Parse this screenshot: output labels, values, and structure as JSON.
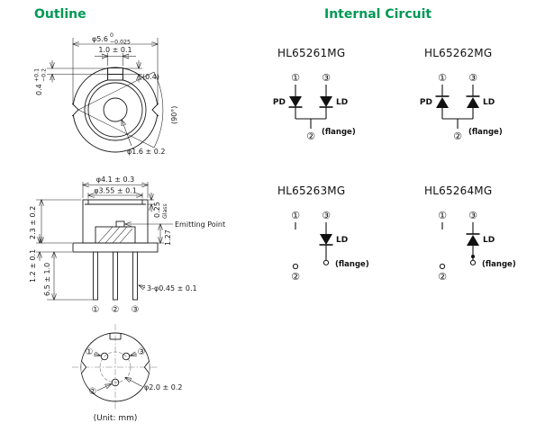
{
  "colors": {
    "heading_green": "#009955",
    "ink": "#1a1a1a"
  },
  "headers": {
    "outline": "Outline",
    "internal_circuit": "Internal Circuit"
  },
  "outline": {
    "top_view": {
      "dim_body_dia_main": "φ5.6",
      "dim_body_dia_tol_up": "0",
      "dim_body_dia_tol_dn": "−0.025",
      "dim_tab_width": "1.0 ± 0.1",
      "dim_tab_height_main": "0.4",
      "dim_tab_height_tol_up": "+0.1",
      "dim_tab_height_tol_dn": "−0.2",
      "dim_ref": "(0.4)",
      "dim_angle": "(90°)",
      "dim_center_dia": "φ1.6 ± 0.2"
    },
    "side_view": {
      "dim_cap_dia": "φ4.1 ± 0.3",
      "dim_window_dia": "φ3.55 ± 0.1",
      "dim_glass_thickness": "0.25",
      "glass_label": "Glass",
      "dim_cap_height": "2.3 ± 0.2",
      "dim_flange_thickness": "1.2 ± 0.1",
      "dim_lead_length": "6.5 ± 1.0",
      "dim_lead_dia": "3-φ0.45 ± 0.1",
      "dim_emit_height": "1.27",
      "emitting_point_label": "Emitting Point",
      "pin1": "①",
      "pin2": "②",
      "pin3": "③"
    },
    "bottom_view": {
      "pin1": "①",
      "pin2": "②",
      "pin3": "③",
      "dim_pin_circle": "φ2.0 ± 0.2"
    },
    "unit_note": "(Unit: mm)"
  },
  "circuits": [
    {
      "title": "HL65261MG",
      "pin1": "①",
      "pin2": "②",
      "pin3": "③",
      "pd_label": "PD",
      "ld_label": "LD",
      "flange_label": "(flange)"
    },
    {
      "title": "HL65262MG",
      "pin1": "①",
      "pin2": "②",
      "pin3": "③",
      "pd_label": "PD",
      "ld_label": "LD",
      "flange_label": "(flange)"
    },
    {
      "title": "HL65263MG",
      "pin1": "①",
      "pin2": "②",
      "pin3": "③",
      "ld_label": "LD",
      "flange_label": "(flange)"
    },
    {
      "title": "HL65264MG",
      "pin1": "①",
      "pin2": "②",
      "pin3": "③",
      "ld_label": "LD",
      "flange_label": "(flange)"
    }
  ]
}
